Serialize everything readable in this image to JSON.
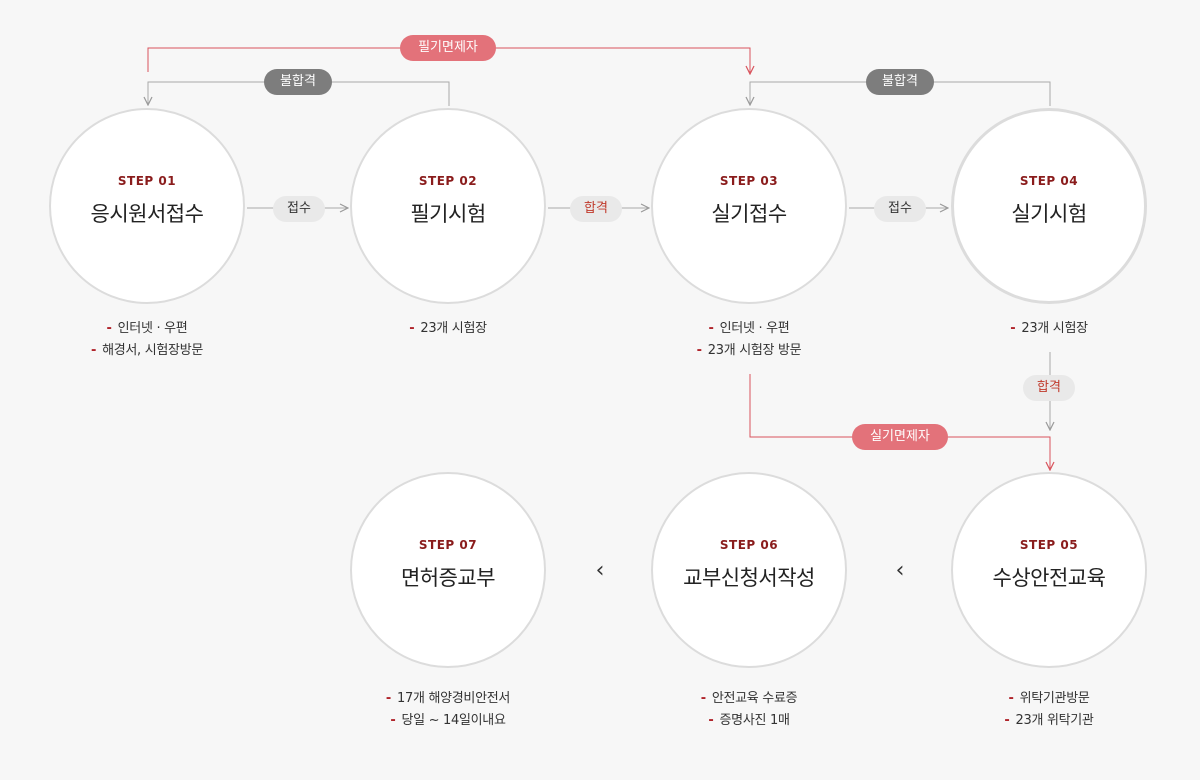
{
  "steps": [
    {
      "step": "STEP 01",
      "title": "응시원서접수",
      "notes": [
        "인터넷 · 우편",
        "해경서, 시험장방문"
      ]
    },
    {
      "step": "STEP 02",
      "title": "필기시험",
      "notes": [
        "23개 시험장"
      ]
    },
    {
      "step": "STEP 03",
      "title": "실기접수",
      "notes": [
        "인터넷 · 우편",
        "23개 시험장 방문"
      ]
    },
    {
      "step": "STEP 04",
      "title": "실기시험",
      "notes": [
        "23개 시험장"
      ]
    },
    {
      "step": "STEP 05",
      "title": "수상안전교육",
      "notes": [
        "위탁기관방문",
        "23개 위탁기관"
      ]
    },
    {
      "step": "STEP 06",
      "title": "교부신청서작성",
      "notes": [
        "안전교육 수료증",
        "증명사진 1매"
      ]
    },
    {
      "step": "STEP 07",
      "title": "면허증교부",
      "notes": [
        "17개 해양경비안전서",
        "당일 ~ 14일이내요"
      ]
    }
  ],
  "labels": {
    "written_exempt": "필기면제자",
    "practical_exempt": "실기면제자",
    "fail": "불합격",
    "apply": "접수",
    "pass": "합격"
  },
  "icons": {
    "chevron": "chevron-left-icon"
  },
  "colors": {
    "accent": "#8a1c1c",
    "red_pill": "#e3727a",
    "gray_pill": "#7d7d7d"
  }
}
